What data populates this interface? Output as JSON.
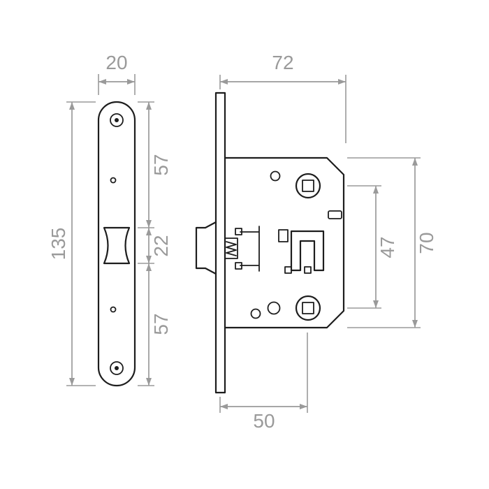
{
  "drawing": {
    "colors": {
      "outline": "#1d1d1d",
      "dimension": "#9a9a9a",
      "background": "#ffffff"
    },
    "dims": {
      "faceplate_width": "20",
      "faceplate_height": "135",
      "faceplate_upper_segment": "57",
      "faceplate_latch_segment": "22",
      "faceplate_lower_segment": "57",
      "case_depth": "72",
      "case_height": "70",
      "follower_centers": "47",
      "backset": "50"
    }
  }
}
